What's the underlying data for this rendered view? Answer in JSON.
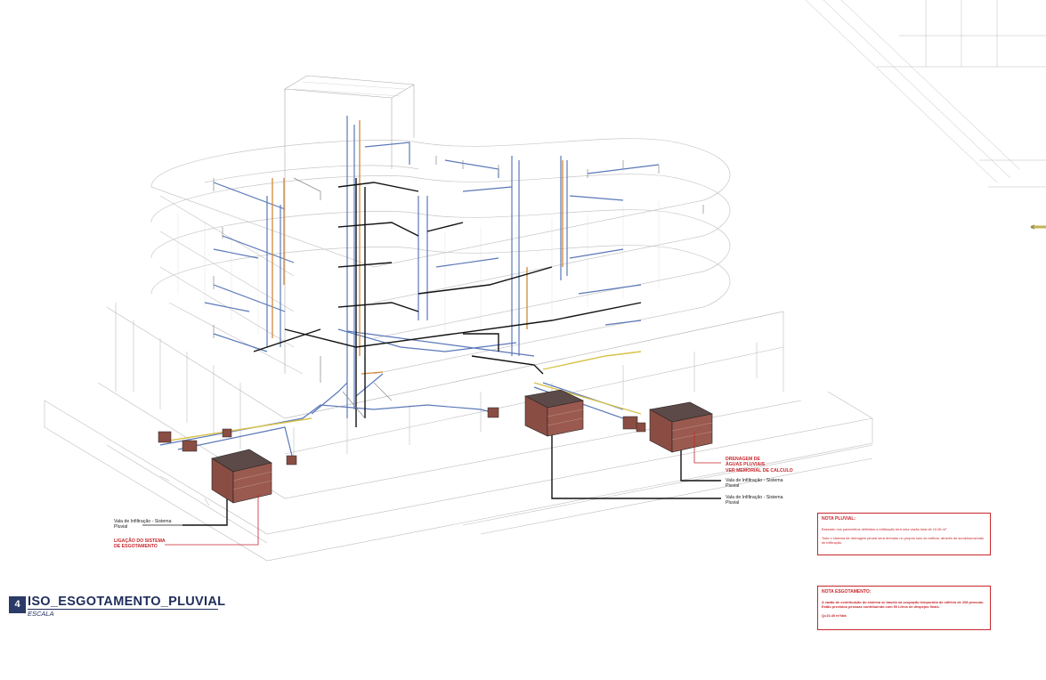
{
  "drawing": {
    "title": "ISO_ESGOTAMENTO_PLUVIAL",
    "number": "4",
    "scale_label": "ESCALA"
  },
  "callouts": {
    "drainage_rain": "DRENAGEM DE\nÁGUAS PLUVIAIS\nVER MEMORIAL DE CALCULO",
    "infiltration_1": "Vala de Infiltração - Sistema\nPluvial",
    "infiltration_2": "Vala de Infiltração - Sistema\nPluvial",
    "infiltration_left": "Vala de Infiltração - Sistema\nPluvial",
    "sewer_connection": "LIGAÇÃO DO SISTEMA\nDE ESGOTAMENTO"
  },
  "notes": {
    "pluvial": {
      "title": "NOTA PLUVIAL:",
      "line1": "Baseado nos parametros definidos a edificação terá uma vazão total de 10,56 m³",
      "line2": "Todo o sistema de drenagem pluvial será drenado no proprio solo do edifício, através de sumidouros/vala de infiltração."
    },
    "sewer": {
      "title": "NOTA ESGOTAMENTO:",
      "line1": "A vazão de contribuição do sistema se baseia na ocupação temporária do edifício de 208 pessoas. Estão previstos  pessoas contribuindo com 50 Litros de despejos finais.",
      "line2": "Q=10.40 m³/dia"
    }
  },
  "colors": {
    "accent_red": "#c8262c",
    "title_navy": "#1f2d5c",
    "pipe_blue": "#5a78b8",
    "pipe_orange": "#d08a3a",
    "tank_brown": "#7a3b34"
  }
}
